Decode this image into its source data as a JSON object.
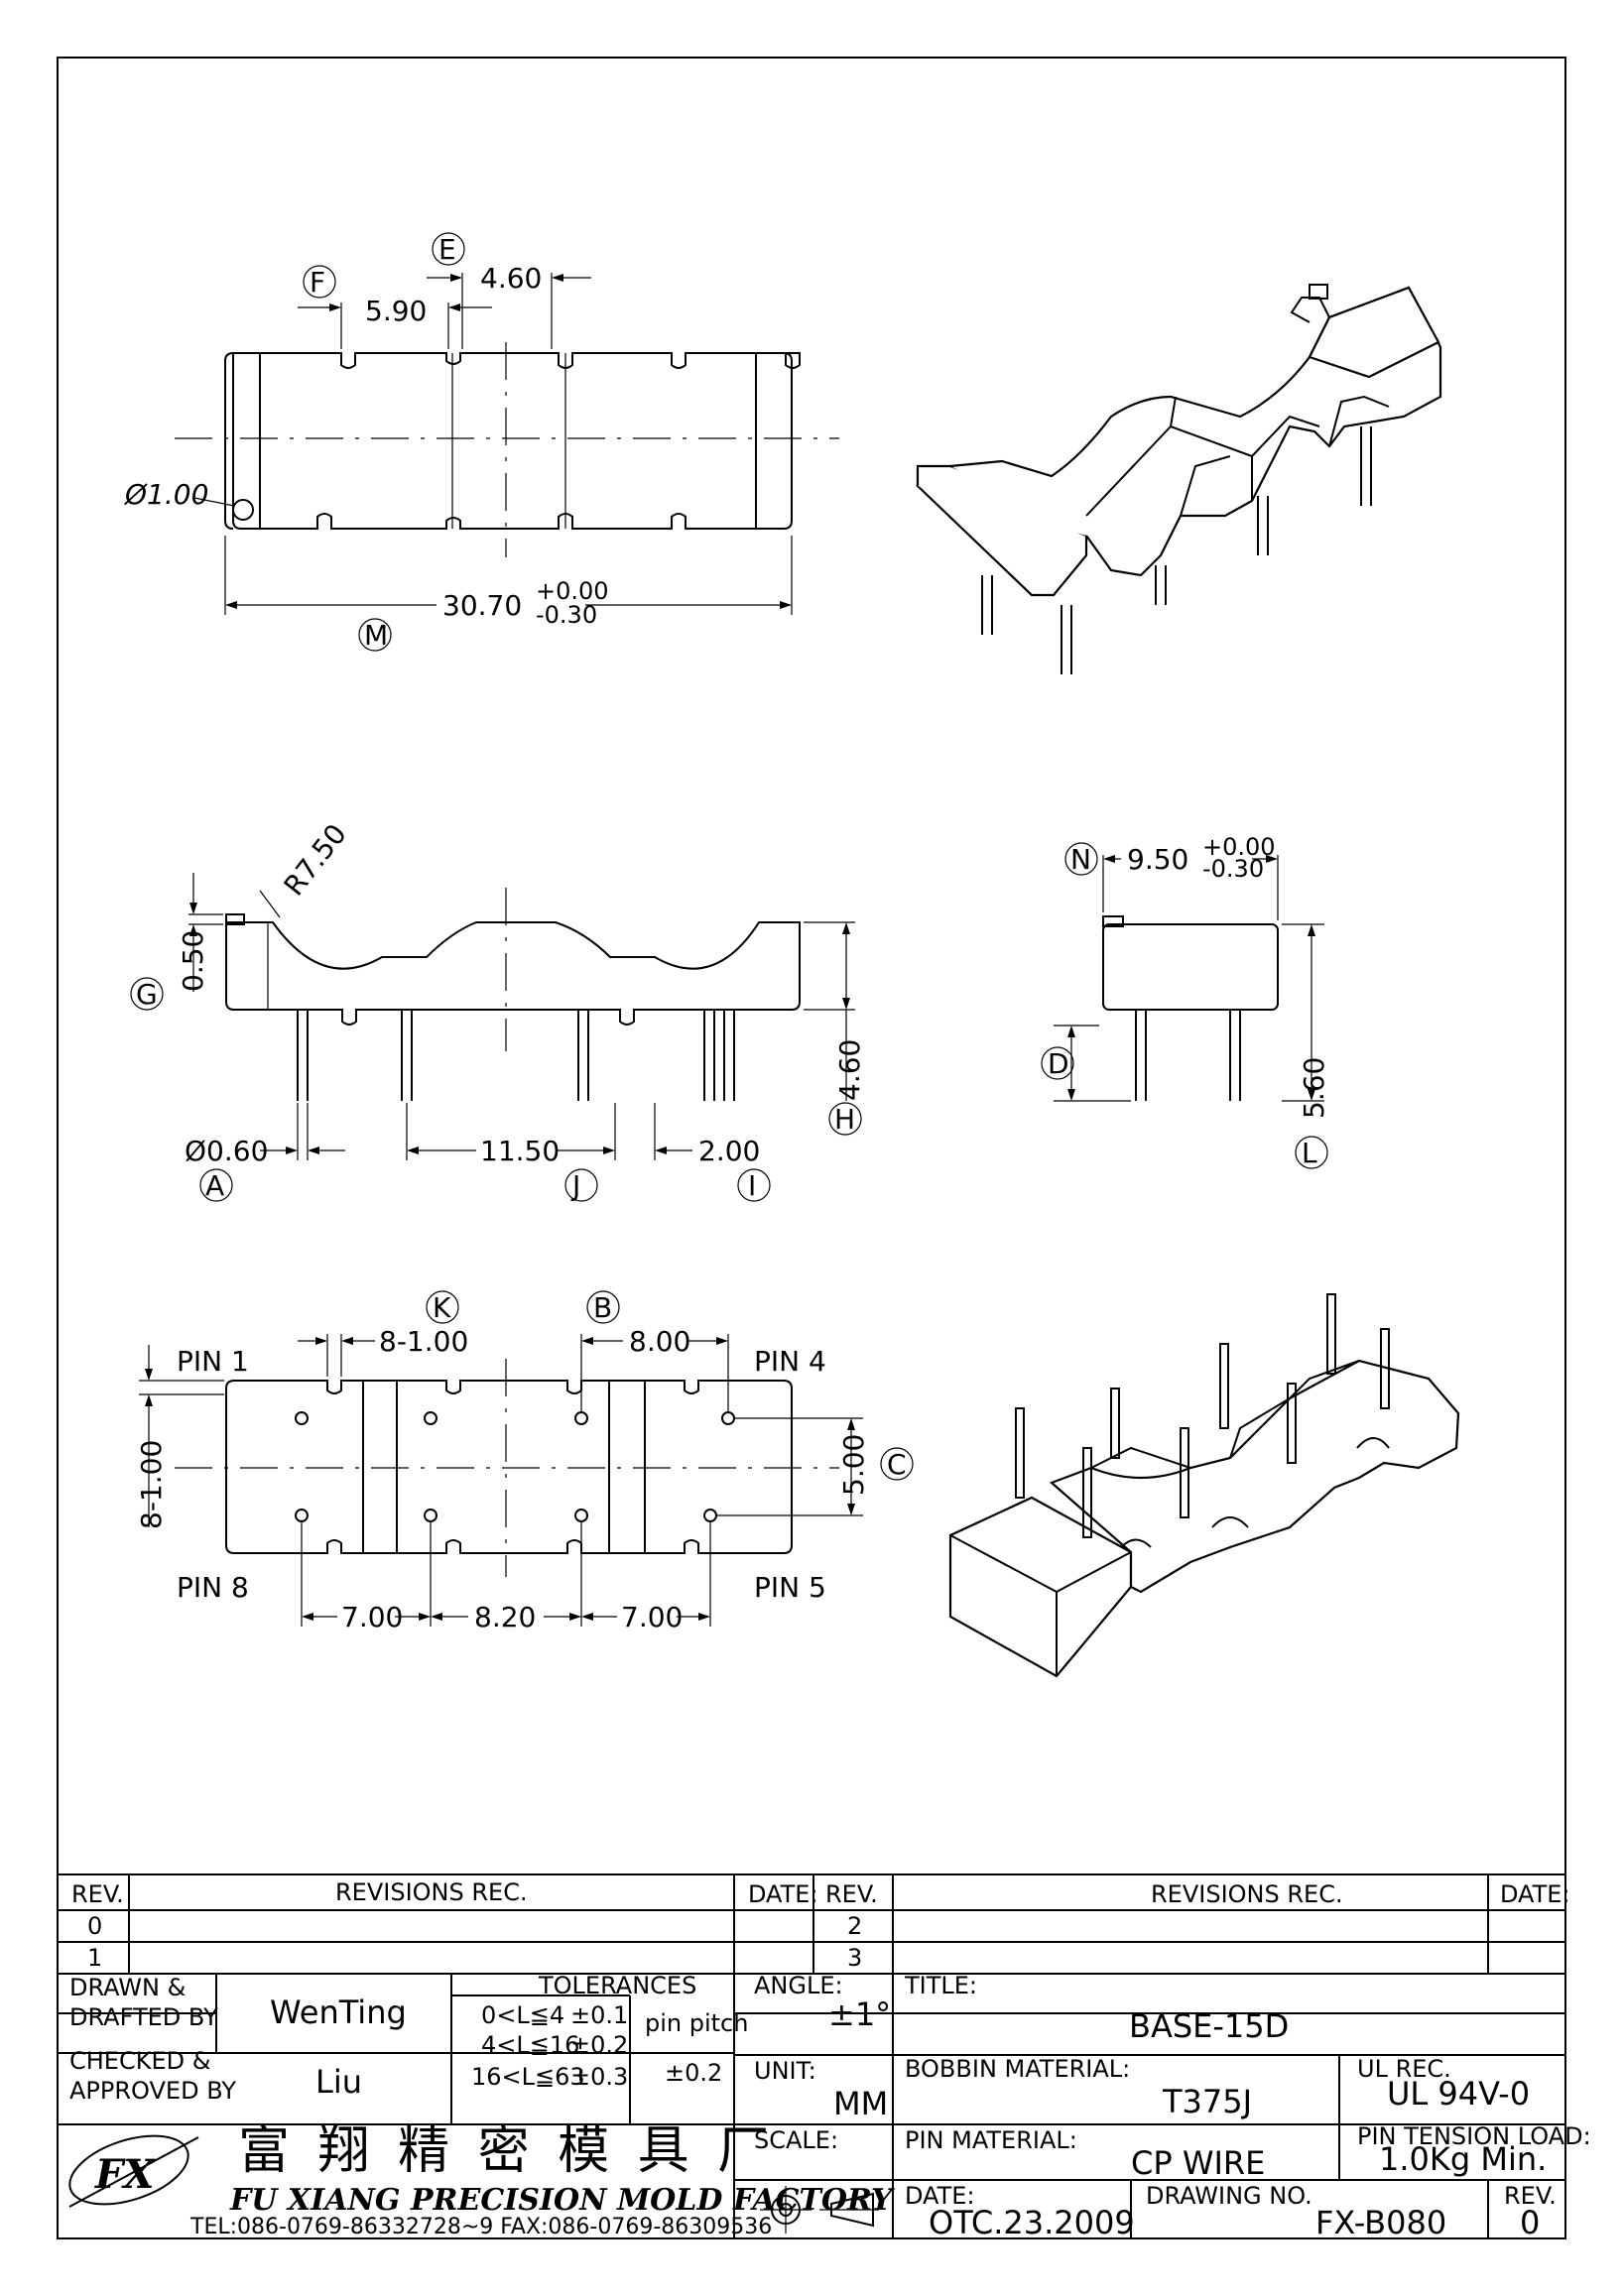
{
  "labels": {
    "F": "F",
    "E": "E",
    "M": "M",
    "G": "G",
    "A": "A",
    "J": "J",
    "I": "I",
    "H": "H",
    "N": "N",
    "D": "D",
    "L": "L",
    "K": "K",
    "B": "B",
    "C": "C"
  },
  "dimensions": {
    "d_5_90": "5.90",
    "d_4_60_top": "4.60",
    "d_hole": "Ø1.00",
    "d_length": "30.70",
    "d_length_tol_plus": "+0.00",
    "d_length_tol_minus": "-0.30",
    "d_radius": "R7.50",
    "d_0_50": "0.50",
    "d_4_60": "4.60",
    "d_pin_dia": "Ø0.60",
    "d_11_50": "11.50",
    "d_2_00": "2.00",
    "d_9_50": "9.50",
    "d_9_50_tol_plus": "+0.00",
    "d_9_50_tol_minus": "-0.30",
    "d_5_60": "5.60",
    "d_8_1_00_top": "8-1.00",
    "d_8_00": "8.00",
    "d_8_1_00_side": "8-1.00",
    "d_5_00": "5.00",
    "d_7_00_left": "7.00",
    "d_8_20": "8.20",
    "d_7_00_right": "7.00",
    "pin1": "PIN 1",
    "pin4": "PIN 4",
    "pin8": "PIN 8",
    "pin5": "PIN 5"
  },
  "title_block": {
    "rev_header": "REV.",
    "revisions_header": "REVISIONS   REC.",
    "date_header": "DATE:",
    "rev_rows_left": [
      "0",
      "1"
    ],
    "rev_rows_right": [
      "2",
      "3"
    ],
    "drawn_label_1": "DRAWN &",
    "drawn_label_2": "DRAFTED BY",
    "drawn_value": "WenTing",
    "checked_label_1": "CHECKED &",
    "checked_label_2": "APPROVED BY",
    "checked_value": "Liu",
    "tolerances_label": "TOLERANCES",
    "tol_1": "0<L≦4",
    "tol_1_val": "±0.1",
    "tol_2": "4<L≦16",
    "tol_2_val": "±0.2",
    "tol_3": "16<L≦63",
    "tol_3_val": "±0.3",
    "pin_pitch_label": "pin pitch",
    "pin_pitch_val": "±0.2",
    "angle_label": "ANGLE:",
    "angle_value": "±1°",
    "unit_label": "UNIT:",
    "unit_value": "MM",
    "scale_label": "SCALE:",
    "title_label": "TITLE:",
    "title_value": "BASE-15D",
    "bobbin_material_label": "BOBBIN MATERIAL:",
    "bobbin_material_value": "T375J",
    "ul_rec_label": "UL REC.",
    "ul_rec_value": "UL 94V-0",
    "pin_material_label": "PIN MATERIAL:",
    "pin_material_value": "CP WIRE",
    "pin_tension_label": "PIN TENSION LOAD:",
    "pin_tension_value": "1.0Kg Min.",
    "date_label": "DATE:",
    "date_value": "OTC.23.2009",
    "drawing_no_label": "DRAWING NO.",
    "drawing_no_value": "FX-B080",
    "rev_label": "REV.",
    "rev_value": "0",
    "company_cn": "富 翔 精 密 模 具 厂",
    "company_en": "FU XIANG PRECISION MOLD FACTORY",
    "company_contact": "TEL:086-0769-86332728~9  FAX:086-0769-86309536",
    "logo_text": "FX"
  }
}
